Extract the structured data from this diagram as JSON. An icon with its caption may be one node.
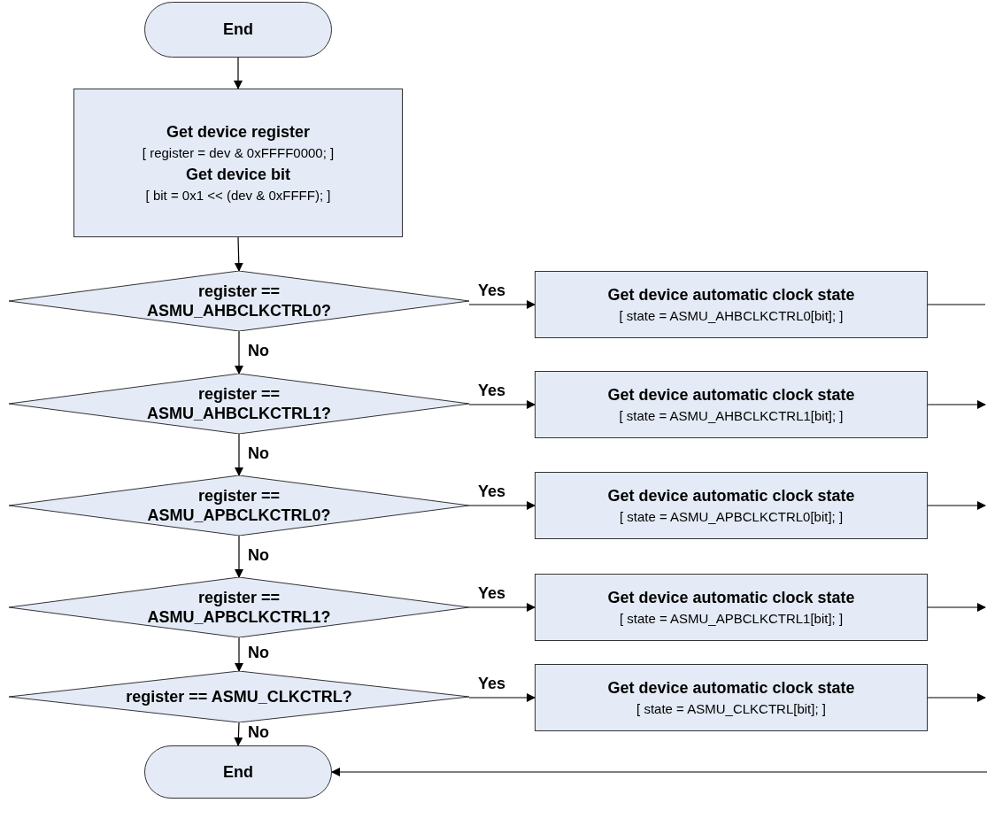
{
  "diagram": {
    "nodes": [
      {
        "text": [
          "End"
        ]
      },
      {
        "text": [
          "Get device register",
          "[ register = dev & 0xFFFF0000; ]",
          "Get device bit",
          "[ bit = 0x1 << (dev & 0xFFFF); ]"
        ]
      },
      {
        "text": [
          "register == ASMU_AHBCLKCTRL0?"
        ]
      },
      {
        "text": [
          "Get device automatic clock state",
          "[ state = ASMU_AHBCLKCTRL0[bit]; ]"
        ]
      },
      {
        "text": [
          "register == ASMU_AHBCLKCTRL1?"
        ]
      },
      {
        "text": [
          "Get device automatic clock state",
          "[ state = ASMU_AHBCLKCTRL1[bit]; ]"
        ]
      },
      {
        "text": [
          "register == ASMU_APBCLKCTRL0?"
        ]
      },
      {
        "text": [
          "Get device automatic clock state",
          "[ state = ASMU_APBCLKCTRL0[bit]; ]"
        ]
      },
      {
        "text": [
          "register == ASMU_APBCLKCTRL1?"
        ]
      },
      {
        "text": [
          "Get device automatic clock state",
          "[ state = ASMU_APBCLKCTRL1[bit]; ]"
        ]
      },
      {
        "text": [
          "register == ASMU_CLKCTRL?"
        ]
      },
      {
        "text": [
          "Get device automatic clock state",
          "[ state = ASMU_CLKCTRL[bit]; ]"
        ]
      },
      {
        "text": [
          "End"
        ]
      }
    ],
    "edges": [
      {
        "from": 0,
        "to": 1,
        "arrow": "to"
      },
      {
        "from": 1,
        "to": 2,
        "arrow": "to"
      },
      {
        "from": 2,
        "to": 3,
        "arrow": "to",
        "label": "Yes"
      },
      {
        "from": 2,
        "to": 4,
        "arrow": "to",
        "label": "No"
      },
      {
        "from": 4,
        "to": 5,
        "arrow": "to",
        "label": "Yes"
      },
      {
        "from": 4,
        "to": 6,
        "arrow": "to",
        "label": "No"
      },
      {
        "from": 6,
        "to": 7,
        "arrow": "to",
        "label": "Yes"
      },
      {
        "from": 6,
        "to": 8,
        "arrow": "to",
        "label": "No"
      },
      {
        "from": 8,
        "to": 9,
        "arrow": "to",
        "label": "Yes"
      },
      {
        "from": 8,
        "to": 10,
        "arrow": "to",
        "label": "No"
      },
      {
        "from": 10,
        "to": 11,
        "arrow": "to",
        "label": "Yes"
      },
      {
        "from": 10,
        "to": 12,
        "arrow": "to",
        "label": "No"
      },
      {
        "from": 3,
        "to": null,
        "arrow": "none"
      },
      {
        "from": 5,
        "to": null,
        "arrow": "to"
      },
      {
        "from": 7,
        "to": null,
        "arrow": "to"
      },
      {
        "from": 9,
        "to": null,
        "arrow": "to"
      },
      {
        "from": 11,
        "to": null,
        "arrow": "to"
      },
      {
        "from": null,
        "to": 12,
        "arrow": "to"
      }
    ]
  }
}
